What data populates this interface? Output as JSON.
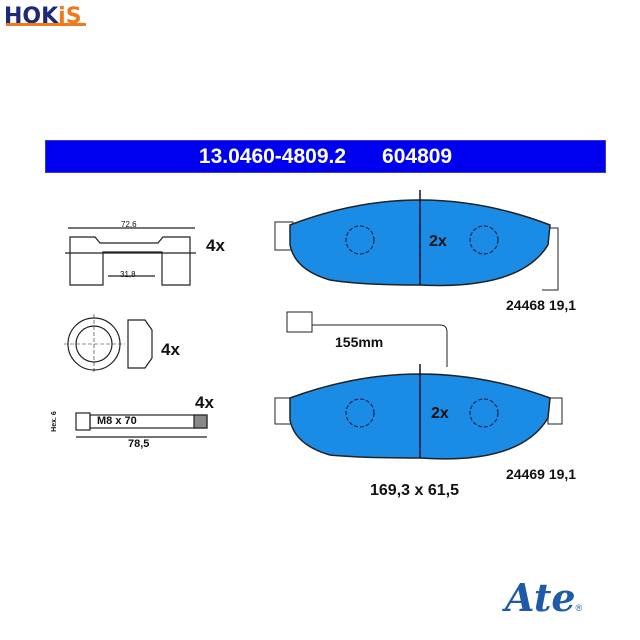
{
  "brand": {
    "dealer_logo_part1": "HOK",
    "dealer_logo_part2": "iS",
    "manufacturer_logo": "Ate",
    "registered_mark": "®"
  },
  "banner": {
    "part_number": "13.0460-4809.2",
    "ref_number": "604809",
    "color": "#0000f0"
  },
  "accessories": {
    "spring_clip": {
      "overall_width": "72,6",
      "inner_width": "31,8",
      "quantity": "4x"
    },
    "sleeve_cap": {
      "quantity": "4x"
    },
    "guide_bolt": {
      "thread": "M8 x 70",
      "length": "78,5",
      "hex_label": "Hex. 6",
      "quantity": "4x"
    }
  },
  "pads": {
    "fill_color": "#1a8ce6",
    "upper": {
      "quantity": "2x",
      "code": "24468",
      "thickness": "19,1"
    },
    "sensor": {
      "length": "155mm"
    },
    "lower": {
      "quantity": "2x",
      "code": "24469",
      "thickness": "19,1"
    },
    "dimensions": "169,3 x 61,5"
  }
}
